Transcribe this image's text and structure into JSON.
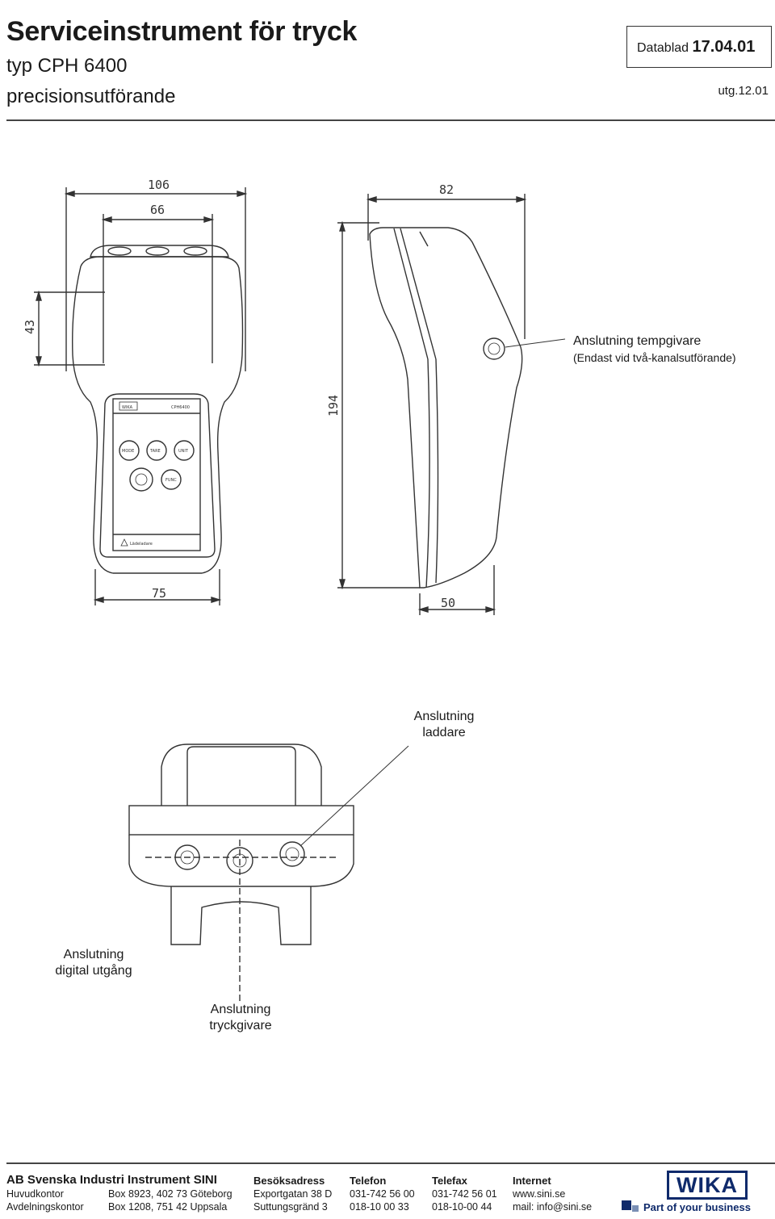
{
  "header": {
    "title": "Serviceinstrument för tryck",
    "subtitle1": "typ CPH 6400",
    "subtitle2": "precisionsutförande",
    "datablad_label": "Datablad",
    "datablad_value": "17.04.01",
    "utg": "utg.12.01"
  },
  "drawing": {
    "dims": {
      "d106": "106",
      "d66": "66",
      "d82": "82",
      "d43": "43",
      "d194": "194",
      "d75": "75",
      "d50": "50"
    },
    "panel": {
      "brand": "WIKA",
      "model": "CPH6400",
      "mode": "MODE",
      "tare": "TARE",
      "unit": "UNIT",
      "func": "FUNC",
      "warning": "Lädeladare"
    },
    "labels": {
      "tempgivare": "Anslutning tempgivare",
      "tempgivare_note": "(Endast vid två-kanalsutförande)",
      "laddare_1": "Anslutning",
      "laddare_2": "laddare",
      "digital_1": "Anslutning",
      "digital_2": "digital utgång",
      "tryck_1": "Anslutning",
      "tryck_2": "tryckgivare"
    }
  },
  "footer": {
    "company": "AB Svenska Industri Instrument SINI",
    "besok_head": "Besöksadress",
    "tel_head": "Telefon",
    "fax_head": "Telefax",
    "web_head": "Internet",
    "row1": {
      "name": "Huvudkontor",
      "box": "Box 8923, 402 73 Göteborg",
      "addr": "Exportgatan 38 D",
      "tel": "031-742 56 00",
      "fax": "031-742 56 01",
      "web": "www.sini.se"
    },
    "row2": {
      "name": "Avdelningskontor",
      "box": "Box 1208, 751 42 Uppsala",
      "addr": "Suttungsgränd 3",
      "tel": "018-10 00 33",
      "fax": "018-10-00 44",
      "web": "mail: info@sini.se"
    },
    "logo": "WIKA",
    "tagline": "Part of your business"
  },
  "colors": {
    "brand_blue": "#0f2a6b",
    "line": "#333333"
  }
}
